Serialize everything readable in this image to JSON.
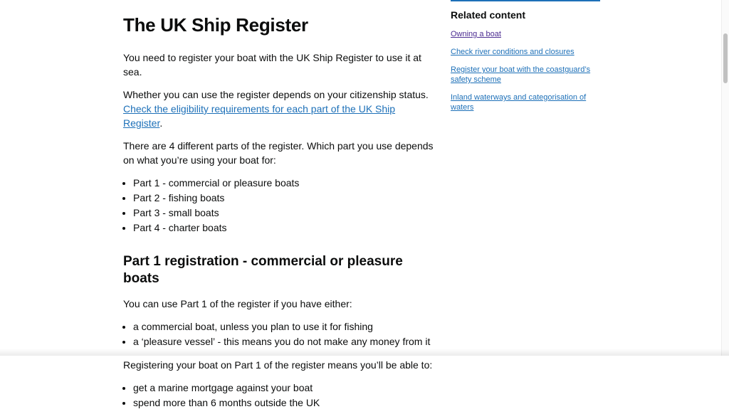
{
  "main": {
    "title": "The UK Ship Register",
    "intro": "You need to register your boat with the UK Ship Register to use it at sea.",
    "eligibility_text": "Whether you can use the register depends on your citizenship status. ",
    "eligibility_link": "Check the eligibility requirements for each part of the UK Ship Register",
    "eligibility_end": ".",
    "parts_intro": "There are 4 different parts of the register. Which part you use depends on what you’re using your boat for:",
    "parts": [
      "Part 1 - commercial or pleasure boats",
      "Part 2 - fishing boats",
      "Part 3 - small boats",
      "Part 4 - charter boats"
    ],
    "part1_heading": "Part 1 registration - commercial or pleasure boats",
    "part1_intro": "You can use Part 1 of the register if you have either:",
    "part1_items": [
      "a commercial boat, unless you plan to use it for fishing",
      "a ‘pleasure vessel’ - this means you do not make any money from it"
    ],
    "part1_benefits_intro": "Registering your boat on Part 1 of the register means you’ll be able to:",
    "part1_benefits": [
      "get a marine mortgage against your boat",
      "spend more than 6 months outside the UK"
    ]
  },
  "sidebar": {
    "heading": "Related content",
    "links": [
      "Owning a boat",
      "Check river conditions and closures",
      "Register your boat with the coastguard’s safety scheme",
      "Inland waterways and categorisation of waters"
    ]
  },
  "colors": {
    "link": "#1d70b8",
    "visited": "#4c2c92",
    "text": "#0b0c0c"
  }
}
